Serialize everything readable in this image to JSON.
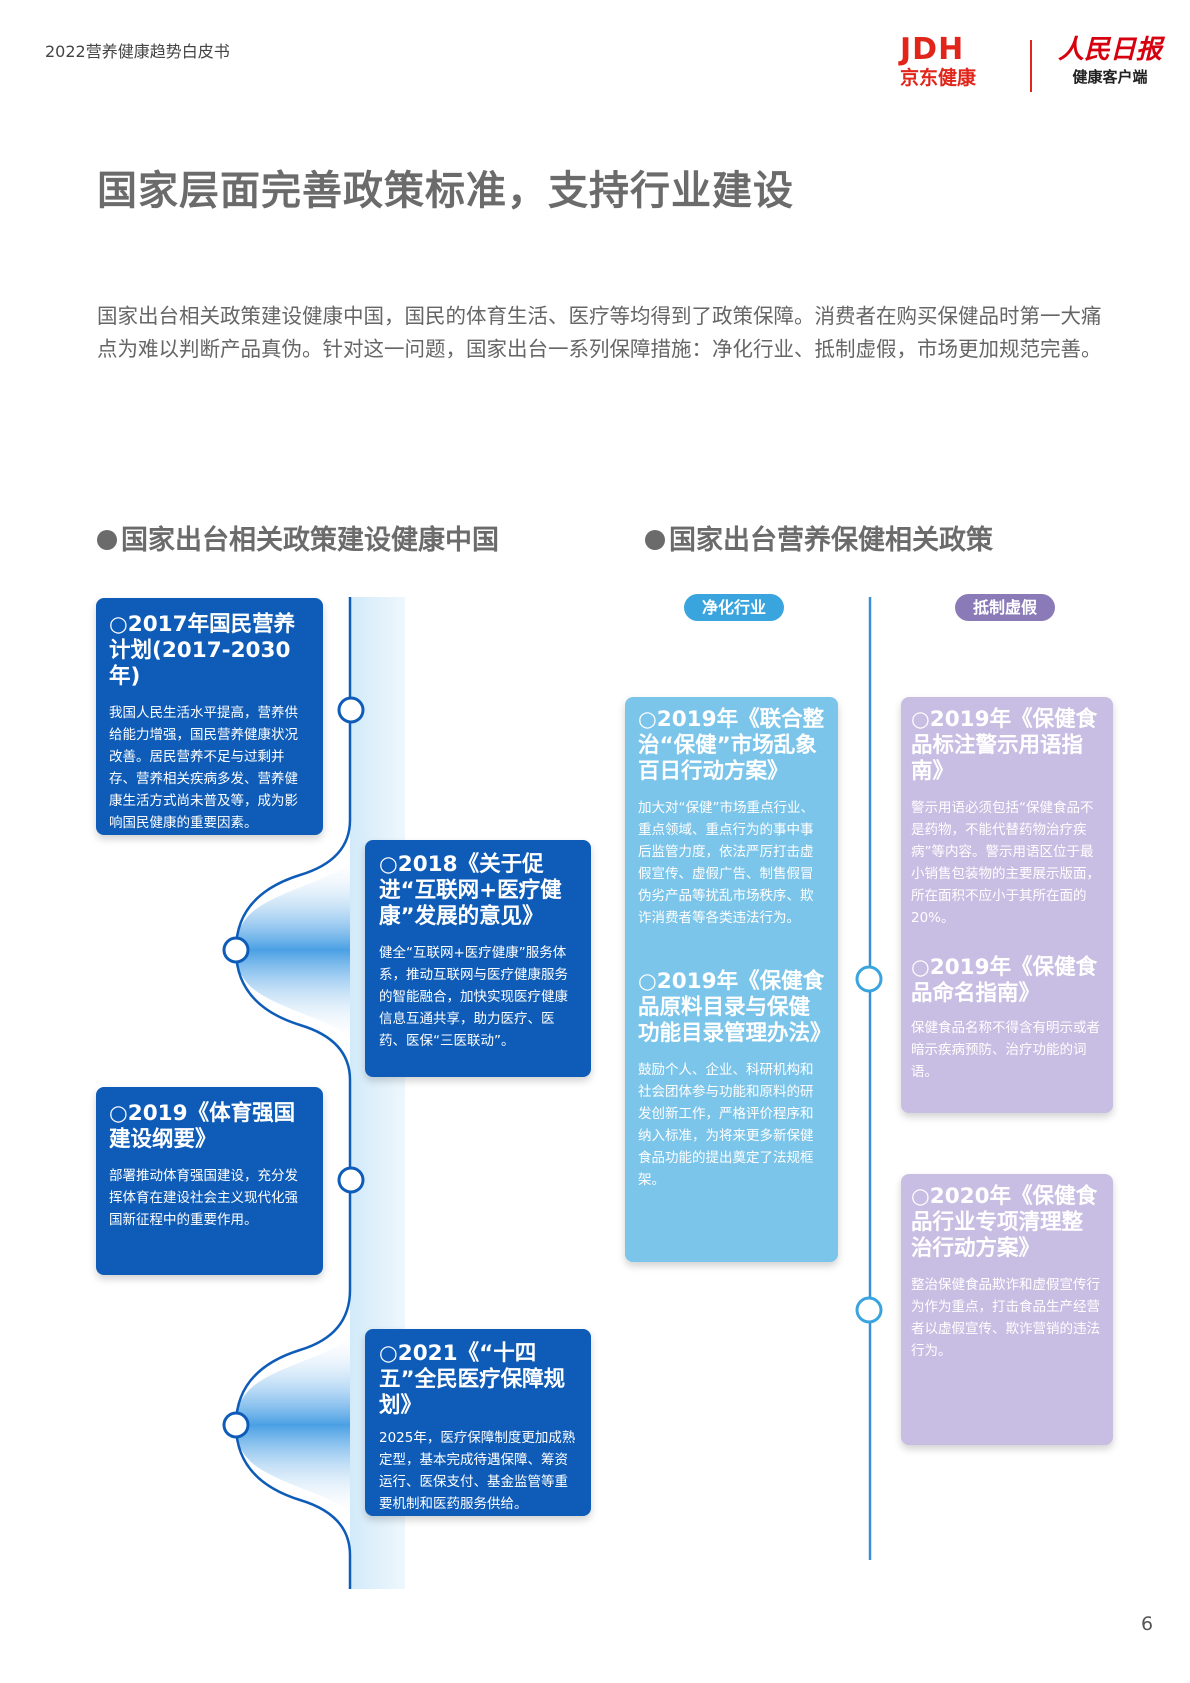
{
  "header": {
    "report_title": "2022营养健康趋势白皮书",
    "logo_jd_main": "JDH",
    "logo_jd_sub": "京东健康",
    "logo_rm_main": "人民日报",
    "logo_rm_sub": "健康客户端"
  },
  "main_title": "国家层面完善政策标准，支持行业建设",
  "intro": "国家出台相关政策建设健康中国，国民的体育生活、医疗等均得到了政策保障。消费者在购买保健品时第一大痛点为难以判断产品真伪。针对这一问题，国家出台一系列保障措施：净化行业、抵制虚假，市场更加规范完善。",
  "left_section": {
    "title": "国家出台相关政策建设健康中国",
    "cards": [
      {
        "title": "○2017年国民营养计划(2017-2030年)",
        "body": "我国人民生活水平提高，营养供给能力增强，国民营养健康状况改善。居民营养不足与过剩并存、营养相关疾病多发、营养健康生活方式尚未普及等，成为影响国民健康的重要因素。"
      },
      {
        "title": "○2018《关于促进“互联网+医疗健康”发展的意见》",
        "body": "健全“互联网+医疗健康”服务体系，推动互联网与医疗健康服务的智能融合，加快实现医疗健康信息互通共享，助力医疗、医药、医保“三医联动”。"
      },
      {
        "title": "○2019《体育强国建设纲要》",
        "body": "部署推动体育强国建设，充分发挥体育在建设社会主义现代化强国新征程中的重要作用。"
      },
      {
        "title": "○2021《“十四五”全民医疗保障规划》",
        "body": "2025年，医疗保障制度更加成熟定型，基本完成待遇保障、筹资运行、医保支付、基金监管等重要机制和医药服务供给。"
      }
    ]
  },
  "right_section": {
    "title": "国家出台营养保健相关政策",
    "tag_left": "净化行业",
    "tag_right": "抵制虚假",
    "purify_card": [
      {
        "title": "○2019年《联合整治“保健”市场乱象百日行动方案》",
        "body": "加大对“保健”市场重点行业、重点领域、重点行为的事中事后监管力度，依法严厉打击虚假宣传、虚假广告、制售假冒伪劣产品等扰乱市场秩序、欺诈消费者等各类违法行为。"
      },
      {
        "title": "○2019年《保健食品原料目录与保健功能目录管理办法》",
        "body": "鼓励个人、企业、科研机构和社会团体参与功能和原料的研发创新工作，严格评价程序和纳入标准，为将来更多新保健食品功能的提出奠定了法规框架。"
      }
    ],
    "resist_card_1": [
      {
        "title": "○2019年《保健食品标注警示用语指南》",
        "body": "警示用语必须包括“保健食品不是药物，不能代替药物治疗疾病”等内容。警示用语区位于最小销售包装物的主要展示版面，所在面积不应小于其所在面的20%。"
      },
      {
        "title": "○2019年《保健食品命名指南》",
        "body": "保健食品名称不得含有明示或者暗示疾病预防、治疗功能的词语。"
      }
    ],
    "resist_card_2": {
      "title": "○2020年《保健食品行业专项清理整治行动方案》",
      "body": "整治保健食品欺诈和虚假宣传行为作为重点，打击食品生产经营者以虚假宣传、欺诈营销的违法行为。"
    }
  },
  "colors": {
    "dark_blue": "#0e5cb8",
    "light_blue": "#7cc5ea",
    "purple": "#c8bde2",
    "tag_purple": "#8b7ab8",
    "tag_blue": "#3aa4de"
  },
  "page_number": "6"
}
